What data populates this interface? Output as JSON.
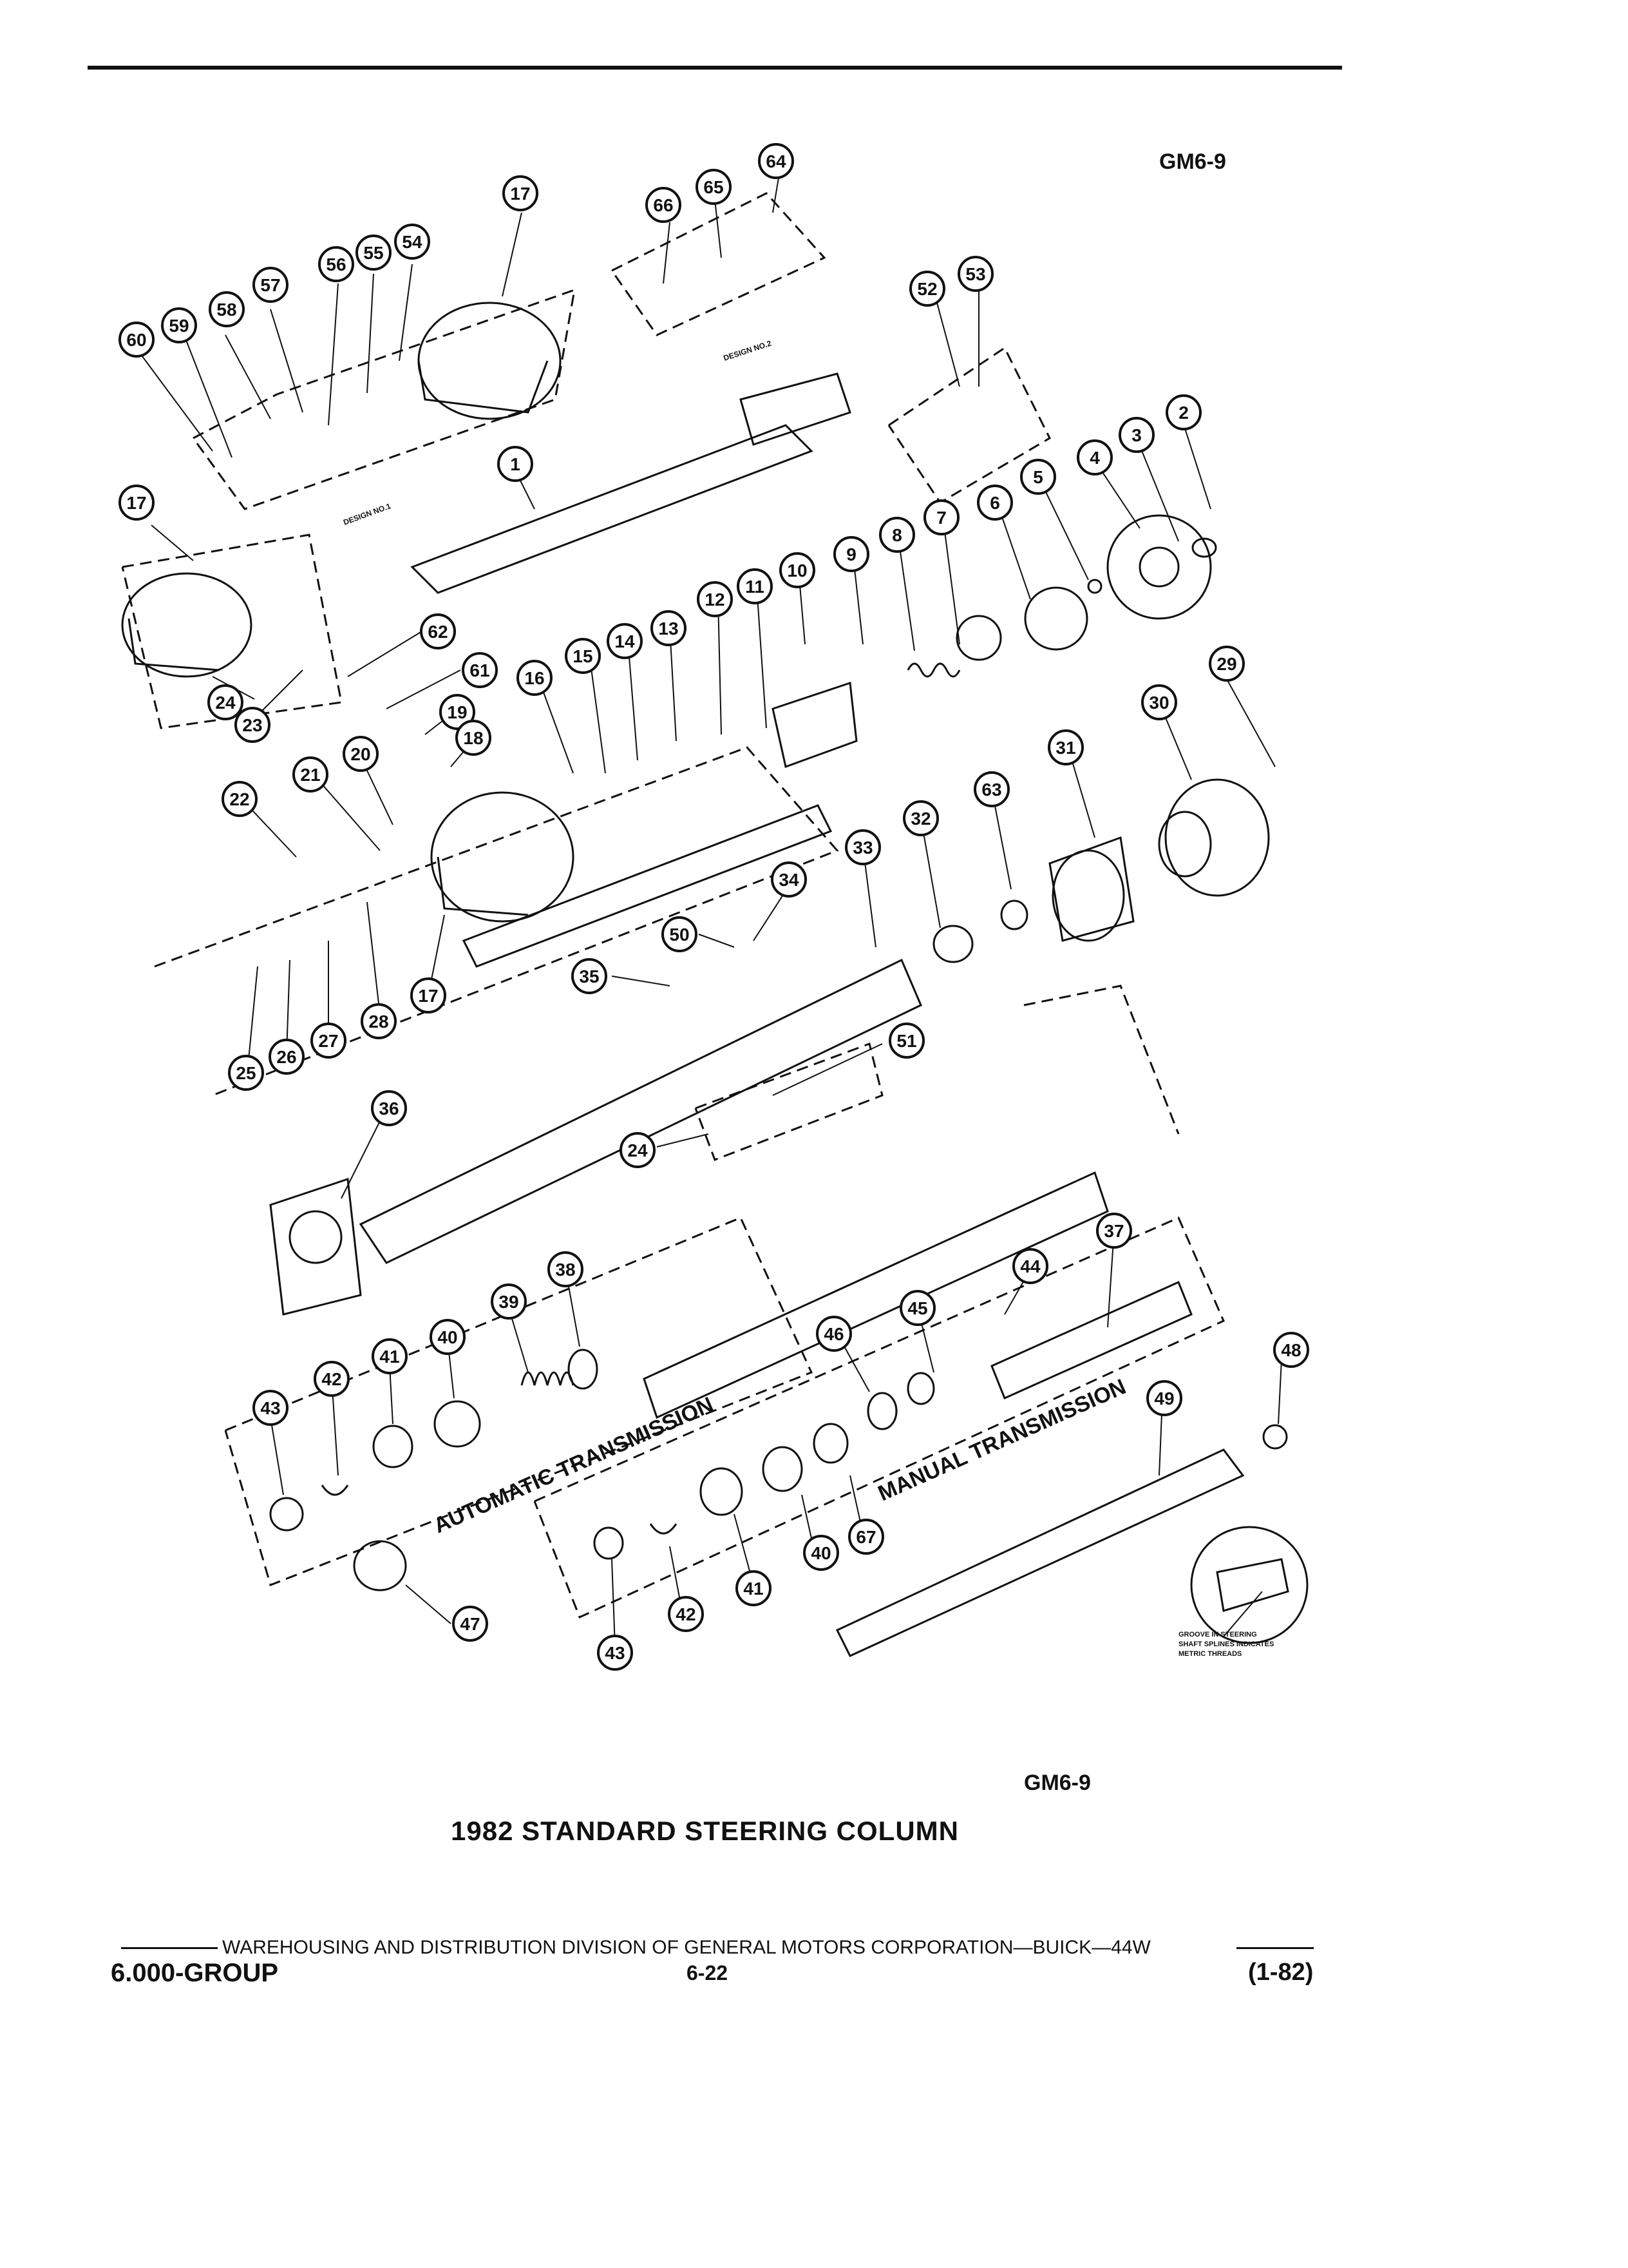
{
  "header": {
    "code": "GM6-9"
  },
  "callouts": [
    {
      "n": "17"
    },
    {
      "n": "54"
    },
    {
      "n": "55"
    },
    {
      "n": "56"
    },
    {
      "n": "57"
    },
    {
      "n": "58"
    },
    {
      "n": "59"
    },
    {
      "n": "60"
    },
    {
      "n": "66"
    },
    {
      "n": "65"
    },
    {
      "n": "64"
    },
    {
      "n": "52"
    },
    {
      "n": "53"
    },
    {
      "n": "2"
    },
    {
      "n": "3"
    },
    {
      "n": "4"
    },
    {
      "n": "5"
    },
    {
      "n": "6"
    },
    {
      "n": "7"
    },
    {
      "n": "8"
    },
    {
      "n": "9"
    },
    {
      "n": "10"
    },
    {
      "n": "11"
    },
    {
      "n": "12"
    },
    {
      "n": "13"
    },
    {
      "n": "14"
    },
    {
      "n": "15"
    },
    {
      "n": "16"
    },
    {
      "n": "1"
    },
    {
      "n": "17"
    },
    {
      "n": "24"
    },
    {
      "n": "23"
    },
    {
      "n": "62"
    },
    {
      "n": "61"
    },
    {
      "n": "19"
    },
    {
      "n": "18"
    },
    {
      "n": "20"
    },
    {
      "n": "21"
    },
    {
      "n": "22"
    },
    {
      "n": "25"
    },
    {
      "n": "26"
    },
    {
      "n": "27"
    },
    {
      "n": "28"
    },
    {
      "n": "17"
    },
    {
      "n": "29"
    },
    {
      "n": "30"
    },
    {
      "n": "31"
    },
    {
      "n": "63"
    },
    {
      "n": "32"
    },
    {
      "n": "33"
    },
    {
      "n": "34"
    },
    {
      "n": "50"
    },
    {
      "n": "35"
    },
    {
      "n": "51"
    },
    {
      "n": "24"
    },
    {
      "n": "36"
    },
    {
      "n": "37"
    },
    {
      "n": "44"
    },
    {
      "n": "45"
    },
    {
      "n": "46"
    },
    {
      "n": "38"
    },
    {
      "n": "39"
    },
    {
      "n": "40"
    },
    {
      "n": "41"
    },
    {
      "n": "42"
    },
    {
      "n": "43"
    },
    {
      "n": "47"
    },
    {
      "n": "48"
    },
    {
      "n": "49"
    },
    {
      "n": "67"
    },
    {
      "n": "40"
    },
    {
      "n": "41"
    },
    {
      "n": "42"
    },
    {
      "n": "43"
    }
  ],
  "labels": {
    "design1": "DESIGN NO.1",
    "design2": "DESIGN NO.2",
    "automatic": "AUTOMATIC TRANSMISSION",
    "manual": "MANUAL TRANSMISSION",
    "groove_note": [
      "GROOVE IN STEERING",
      "SHAFT SPLINES INDICATES",
      "METRIC THREADS"
    ]
  },
  "figure": {
    "code": "GM6-9",
    "title": "1982 STANDARD STEERING COLUMN"
  },
  "footer": {
    "division_line": "WAREHOUSING AND DISTRIBUTION  DIVISION OF GENERAL MOTORS CORPORATION—BUICK—44W",
    "group": "6.000-GROUP",
    "page": "6-22",
    "date": "(1-82)"
  }
}
